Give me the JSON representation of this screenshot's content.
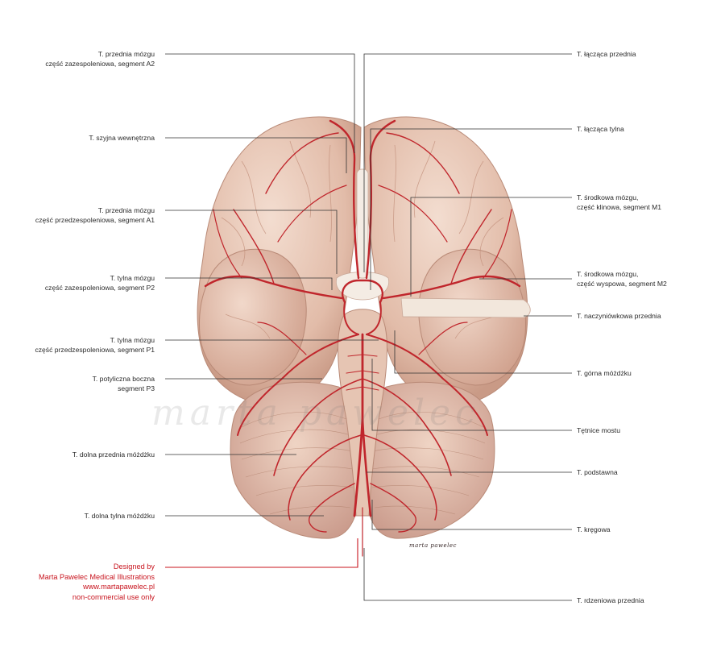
{
  "labels_left": [
    {
      "id": "a2",
      "lines": [
        "T. przednia mózgu",
        "część zazespoleniowa, segment A2"
      ]
    },
    {
      "id": "ica",
      "lines": [
        "T. szyjna wewnętrzna"
      ]
    },
    {
      "id": "a1",
      "lines": [
        "T. przednia mózgu",
        "część przedzespoleniowa, segment A1"
      ]
    },
    {
      "id": "p2",
      "lines": [
        "T. tylna mózgu",
        "część zazespoleniowa, segment P2"
      ]
    },
    {
      "id": "p1",
      "lines": [
        "T. tylna mózgu",
        "część przedzespoleniowa, segment P1"
      ]
    },
    {
      "id": "p3",
      "lines": [
        "T. potyliczna boczna",
        "segment P3"
      ]
    },
    {
      "id": "aica",
      "lines": [
        "T. dolna przednia móżdżku"
      ]
    },
    {
      "id": "pica",
      "lines": [
        "T. dolna tylna móżdżku"
      ]
    }
  ],
  "labels_right": [
    {
      "id": "acom",
      "lines": [
        "T. łącząca przednia"
      ]
    },
    {
      "id": "pcom",
      "lines": [
        "T. łącząca tylna"
      ]
    },
    {
      "id": "m1",
      "lines": [
        "T. środkowa mózgu,",
        "część klinowa, segment M1"
      ]
    },
    {
      "id": "m2",
      "lines": [
        "T. środkowa mózgu,",
        "część wyspowa, segment M2"
      ]
    },
    {
      "id": "acha",
      "lines": [
        "T. naczyniówkowa przednia"
      ]
    },
    {
      "id": "sca",
      "lines": [
        "T. górna móżdżku"
      ]
    },
    {
      "id": "pontine",
      "lines": [
        "Tętnice mostu"
      ]
    },
    {
      "id": "basilar",
      "lines": [
        "T. podstawna"
      ]
    },
    {
      "id": "vertebral",
      "lines": [
        "T. kręgowa"
      ]
    },
    {
      "id": "asa",
      "lines": [
        "T. rdzeniowa przednia"
      ]
    }
  ],
  "credit": {
    "line1": "Designed by",
    "line2": "Marta Pawelec Medical Illustrations",
    "line3": "www.martapawelec.pl",
    "line4": "non-commercial use only"
  },
  "signature": "marta pawelec",
  "watermark": "marta pawelec",
  "colors": {
    "artery": "#c0262c",
    "brain": "#e8c7b6",
    "brain_shadow": "#c99a86",
    "leader": "#333333",
    "credit": "#c8141e"
  }
}
